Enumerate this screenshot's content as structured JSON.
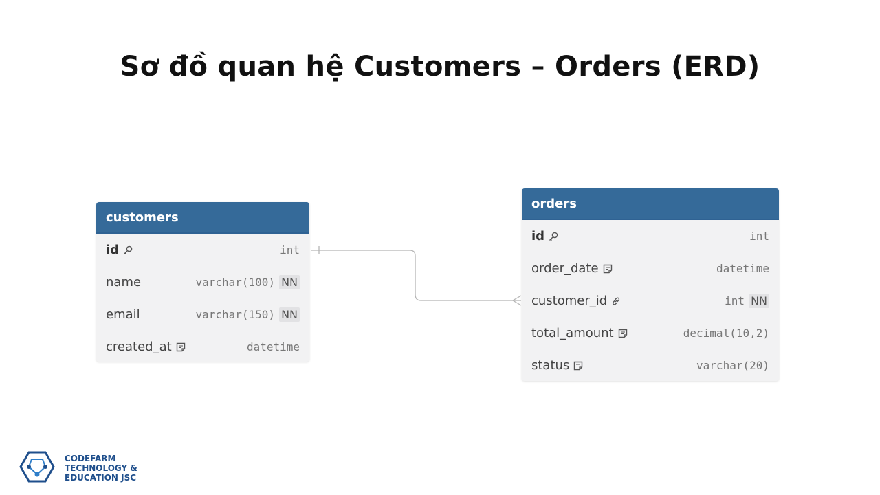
{
  "title": "Sơ đồ quan hệ Customers – Orders (ERD)",
  "colors": {
    "header": "#356a99",
    "table_bg": "#f2f2f3",
    "connector": "#b5b5b5",
    "logo": "#1f4f8c"
  },
  "tables": {
    "customers": {
      "name": "customers",
      "columns": [
        {
          "name": "id",
          "type": "int",
          "pk": true,
          "icon": "key-icon",
          "nn": ""
        },
        {
          "name": "name",
          "type": "varchar(100)",
          "nn": "NN"
        },
        {
          "name": "email",
          "type": "varchar(150)",
          "nn": "NN"
        },
        {
          "name": "created_at",
          "type": "datetime",
          "icon": "note-icon",
          "nn": ""
        }
      ]
    },
    "orders": {
      "name": "orders",
      "columns": [
        {
          "name": "id",
          "type": "int",
          "pk": true,
          "icon": "key-icon",
          "nn": ""
        },
        {
          "name": "order_date",
          "type": "datetime",
          "icon": "note-icon",
          "nn": ""
        },
        {
          "name": "customer_id",
          "type": "int",
          "icon": "link-icon",
          "nn": "NN"
        },
        {
          "name": "total_amount",
          "type": "decimal(10,2)",
          "icon": "note-icon",
          "nn": ""
        },
        {
          "name": "status",
          "type": "varchar(20)",
          "icon": "note-icon",
          "nn": ""
        }
      ]
    }
  },
  "relationship": {
    "from": "customers.id",
    "to": "orders.customer_id",
    "from_end": "one",
    "to_end": "many"
  },
  "logo": {
    "icon": "hexagon-network-icon",
    "lines": [
      "CODEFARM",
      "TECHNOLOGY &",
      "EDUCATION JSC"
    ]
  }
}
